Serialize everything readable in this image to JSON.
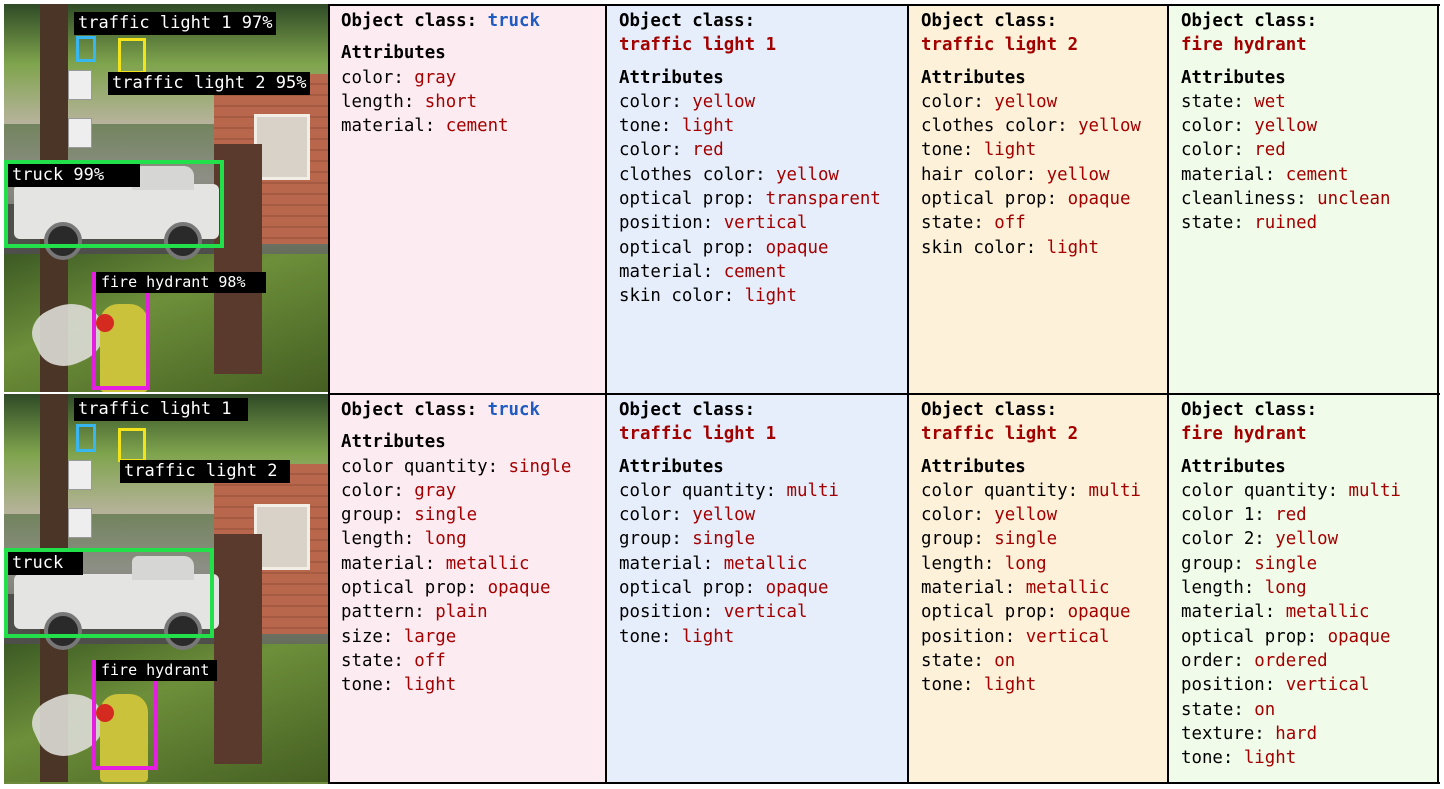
{
  "colors": {
    "truck_box": "#22e04a",
    "traffic_light_1_box": "#38b6f0",
    "traffic_light_2_box": "#f3e31a",
    "fire_hydrant_box": "#e51fe0",
    "class_blue": "#1f5bc1",
    "class_red": "#a30000",
    "value_red": "#a30000",
    "truck_column_bg": "#fdebf2",
    "traffic_light_1_column_bg": "#e6eefc",
    "traffic_light_2_column_bg": "#fdf1da",
    "fire_hydrant_column_bg": "#f1fbea"
  },
  "top_image_labels": {
    "traffic_light_1": "traffic light 1 97%",
    "traffic_light_2": "traffic light 2 95%",
    "truck": "truck 99%",
    "fire_hydrant": "fire hydrant 98%"
  },
  "bottom_image_labels": {
    "traffic_light_1": "traffic light 1",
    "traffic_light_2": "traffic light 2",
    "truck": "truck",
    "fire_hydrant": "fire hydrant"
  },
  "top_row": [
    {
      "object_class_label": "Object class:",
      "object_class": "truck",
      "attributes_label": "Attributes",
      "attributes": [
        {
          "key": "color: ",
          "value": "gray"
        },
        {
          "key": "length: ",
          "value": "short"
        },
        {
          "key": "material: ",
          "value": "cement"
        }
      ]
    },
    {
      "object_class_label": "Object class:",
      "object_class": "traffic light 1",
      "attributes_label": "Attributes",
      "attributes": [
        {
          "key": "color: ",
          "value": "yellow"
        },
        {
          "key": "tone: ",
          "value": "light"
        },
        {
          "key": "color: ",
          "value": "red"
        },
        {
          "key": "clothes color: ",
          "value": "yellow"
        },
        {
          "key": "optical prop: ",
          "value": "transparent"
        },
        {
          "key": "position: ",
          "value": "vertical"
        },
        {
          "key": "optical prop: ",
          "value": "opaque"
        },
        {
          "key": "material: ",
          "value": "cement"
        },
        {
          "key": "skin color: ",
          "value": "light"
        }
      ]
    },
    {
      "object_class_label": "Object class:",
      "object_class": "traffic light 2",
      "attributes_label": "Attributes",
      "attributes": [
        {
          "key": "color: ",
          "value": "yellow"
        },
        {
          "key": "clothes color: ",
          "value": "yellow"
        },
        {
          "key": "tone: ",
          "value": "light"
        },
        {
          "key": "hair color: ",
          "value": "yellow"
        },
        {
          "key": "optical prop: ",
          "value": "opaque"
        },
        {
          "key": "state: ",
          "value": "off"
        },
        {
          "key": "skin color: ",
          "value": "light"
        }
      ]
    },
    {
      "object_class_label": "Object class:",
      "object_class": "fire hydrant",
      "attributes_label": "Attributes",
      "attributes": [
        {
          "key": "state: ",
          "value": "wet"
        },
        {
          "key": "color: ",
          "value": "yellow"
        },
        {
          "key": "color: ",
          "value": "red"
        },
        {
          "key": "material: ",
          "value": "cement"
        },
        {
          "key": "cleanliness: ",
          "value": "unclean"
        },
        {
          "key": "state: ",
          "value": "ruined"
        }
      ]
    }
  ],
  "bottom_row": [
    {
      "object_class_label": "Object class:",
      "object_class": "truck",
      "attributes_label": "Attributes",
      "attributes": [
        {
          "key": "color quantity: ",
          "value": "single"
        },
        {
          "key": "color: ",
          "value": "gray"
        },
        {
          "key": "group: ",
          "value": "single"
        },
        {
          "key": "length: ",
          "value": "long"
        },
        {
          "key": "material: ",
          "value": "metallic"
        },
        {
          "key": "optical prop: ",
          "value": "opaque"
        },
        {
          "key": "pattern: ",
          "value": "plain"
        },
        {
          "key": "size: ",
          "value": "large"
        },
        {
          "key": "state: ",
          "value": "off"
        },
        {
          "key": "tone: ",
          "value": "light"
        }
      ]
    },
    {
      "object_class_label": "Object class:",
      "object_class": "traffic light 1",
      "attributes_label": "Attributes",
      "attributes": [
        {
          "key": "color quantity: ",
          "value": "multi"
        },
        {
          "key": "color: ",
          "value": "yellow"
        },
        {
          "key": "group: ",
          "value": "single"
        },
        {
          "key": "material: ",
          "value": "metallic"
        },
        {
          "key": "optical prop: ",
          "value": "opaque"
        },
        {
          "key": "position: ",
          "value": "vertical"
        },
        {
          "key": "tone: ",
          "value": "light"
        }
      ]
    },
    {
      "object_class_label": "Object class:",
      "object_class": "traffic light 2",
      "attributes_label": "Attributes",
      "attributes": [
        {
          "key": "color quantity: ",
          "value": "multi"
        },
        {
          "key": "color: ",
          "value": "yellow"
        },
        {
          "key": "group: ",
          "value": "single"
        },
        {
          "key": "length: ",
          "value": "long"
        },
        {
          "key": "material: ",
          "value": "metallic"
        },
        {
          "key": "optical prop: ",
          "value": "opaque"
        },
        {
          "key": "position: ",
          "value": "vertical"
        },
        {
          "key": "state: ",
          "value": "on"
        },
        {
          "key": "tone: ",
          "value": "light"
        }
      ]
    },
    {
      "object_class_label": "Object class:",
      "object_class": "fire hydrant",
      "attributes_label": "Attributes",
      "attributes": [
        {
          "key": "color quantity: ",
          "value": "multi"
        },
        {
          "key": "color 1: ",
          "value": "red"
        },
        {
          "key": "color 2: ",
          "value": "yellow"
        },
        {
          "key": "group: ",
          "value": "single"
        },
        {
          "key": "length: ",
          "value": "long"
        },
        {
          "key": "material: ",
          "value": "metallic"
        },
        {
          "key": "optical prop: ",
          "value": "opaque"
        },
        {
          "key": "order: ",
          "value": "ordered"
        },
        {
          "key": "position: ",
          "value": "vertical"
        },
        {
          "key": "state: ",
          "value": "on"
        },
        {
          "key": "texture: ",
          "value": "hard"
        },
        {
          "key": "tone: ",
          "value": "light"
        }
      ]
    }
  ]
}
